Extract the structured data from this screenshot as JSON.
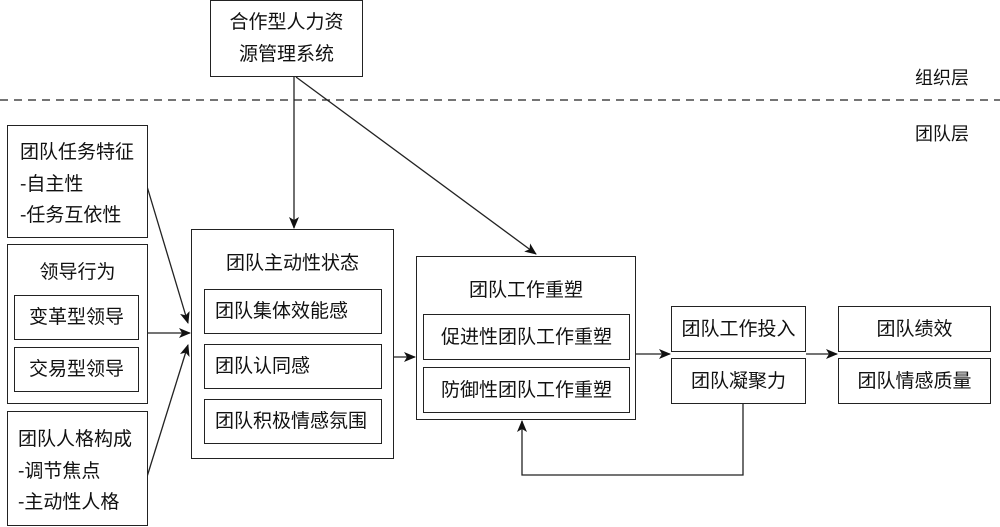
{
  "layers": {
    "organization": "组织层",
    "team": "团队层"
  },
  "hr_system": {
    "line1": "合作型人力资",
    "line2": "源管理系统"
  },
  "task_features": {
    "title": "团队任务特征",
    "items": [
      "-自主性",
      "-任务互依性"
    ]
  },
  "leadership": {
    "title": "领导行为",
    "items": [
      "变革型领导",
      "交易型领导"
    ]
  },
  "personality": {
    "title": "团队人格构成",
    "items": [
      "-调节焦点",
      "-主动性人格"
    ]
  },
  "proactive_state": {
    "title": "团队主动性状态",
    "items": [
      "团队集体效能感",
      "团队认同感",
      "团队积极情感氛围"
    ]
  },
  "job_crafting": {
    "title": "团队工作重塑",
    "items": [
      "促进性团队工作重塑",
      "防御性团队工作重塑"
    ]
  },
  "mediators": {
    "items": [
      "团队工作投入",
      "团队凝聚力"
    ]
  },
  "outcomes": {
    "items": [
      "团队绩效",
      "团队情感质量"
    ]
  }
}
